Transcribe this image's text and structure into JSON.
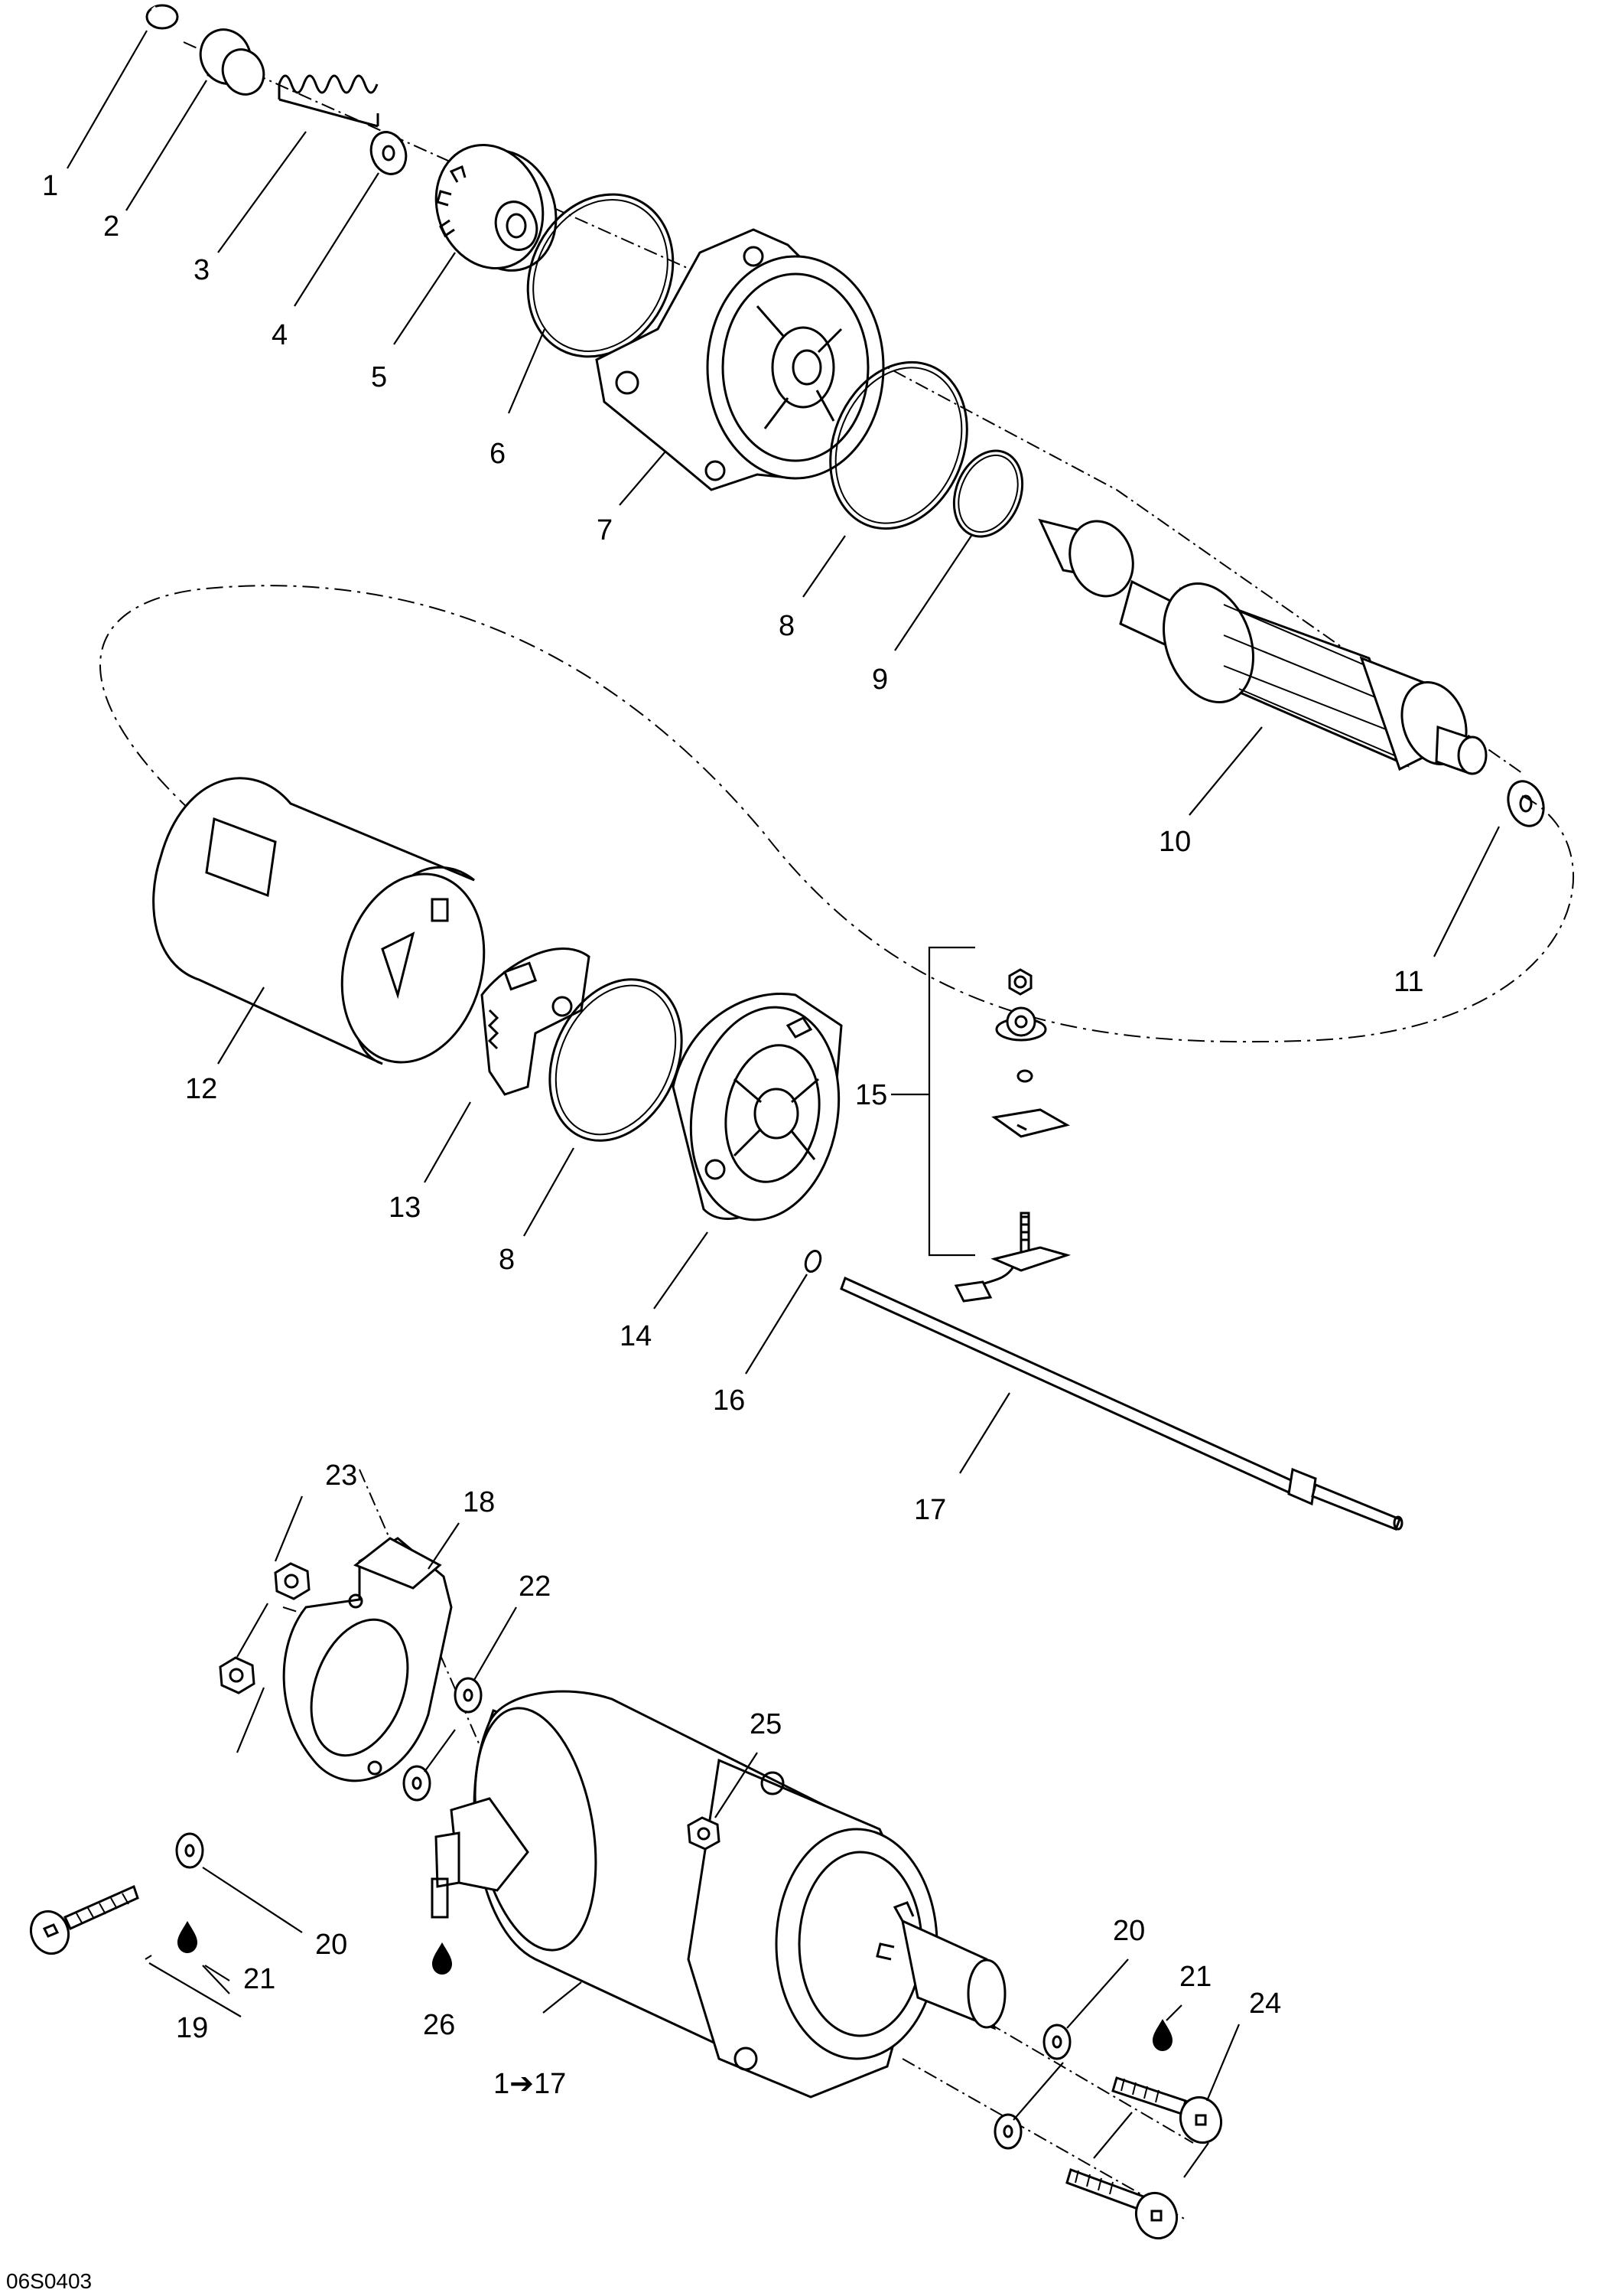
{
  "diagram_code": "06S0403",
  "callouts": {
    "c1": "1",
    "c2": "2",
    "c3": "3",
    "c4": "4",
    "c5": "5",
    "c6": "6",
    "c7": "7",
    "c8a": "8",
    "c9": "9",
    "c10": "10",
    "c11": "11",
    "c12": "12",
    "c13": "13",
    "c8b": "8",
    "c14": "14",
    "c15": "15",
    "c16": "16",
    "c17": "17",
    "c23": "23",
    "c18": "18",
    "c22": "22",
    "c25": "25",
    "c20a": "20",
    "c21a": "21",
    "c19": "19",
    "c26": "26",
    "c1to17": "1➔17",
    "c20b": "20",
    "c21b": "21",
    "c24": "24"
  }
}
